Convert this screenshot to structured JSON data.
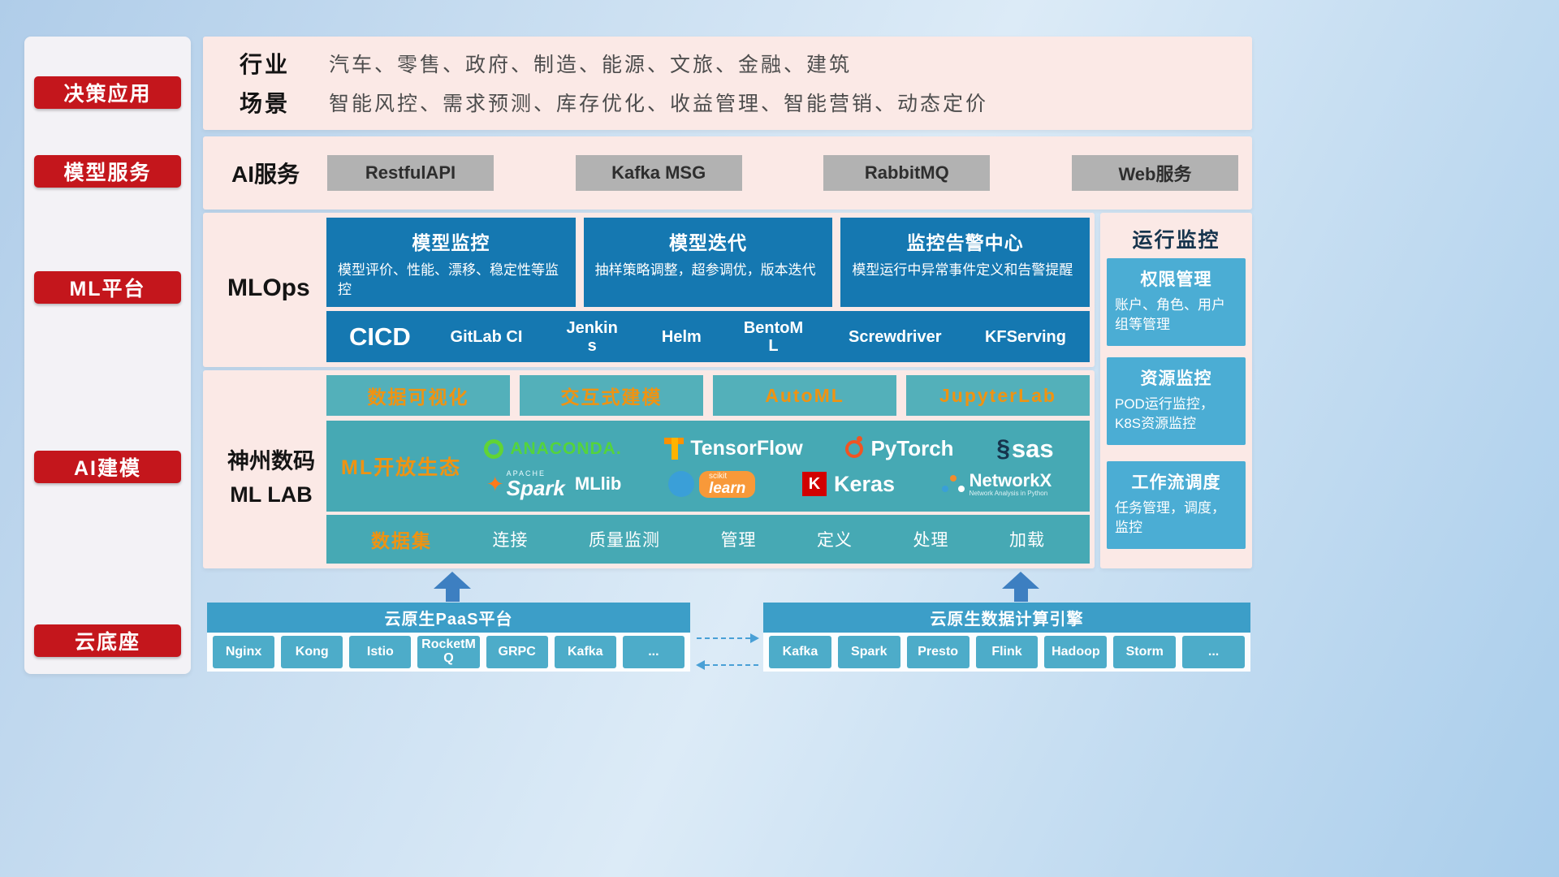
{
  "colors": {
    "accent_red": "#c4161c",
    "panel_pink": "#fbe9e6",
    "mlops_blue": "#1578b1",
    "teal": "#46a9b4",
    "monitor_card_blue": "#4badd4",
    "header_blue": "#3c9ec8",
    "tool_teal": "#4dacc9",
    "orange_text": "#ef9312",
    "gray_button": "#b2b2b2",
    "arrow_blue": "#3d7fc1"
  },
  "sidebar": {
    "items": [
      {
        "label": "决策应用"
      },
      {
        "label": "模型服务"
      },
      {
        "label": "ML平台"
      },
      {
        "label": "AI建模"
      },
      {
        "label": "云底座"
      }
    ]
  },
  "industry": {
    "row1_label": "行业",
    "row1_text": "汽车、零售、政府、制造、能源、文旅、金融、建筑",
    "row2_label": "场景",
    "row2_text": "智能风控、需求预测、库存优化、收益管理、智能营销、动态定价"
  },
  "ai_service": {
    "label": "AI服务",
    "buttons": [
      "RestfulAPI",
      "Kafka MSG",
      "RabbitMQ",
      "Web服务"
    ]
  },
  "mlops": {
    "label": "MLOps",
    "cards": [
      {
        "title": "模型监控",
        "body": "模型评价、性能、漂移、稳定性等监控"
      },
      {
        "title": "模型迭代",
        "body": "抽样策略调整，超参调优，版本迭代"
      },
      {
        "title": "监控告警中心",
        "body": "模型运行中异常事件定义和告警提醒"
      }
    ],
    "cicd_label": "CICD",
    "cicd_tools": [
      "GitLab CI",
      "Jenkins",
      "Helm",
      "BentoML",
      "Screwdriver",
      "KFServing"
    ]
  },
  "monitoring": {
    "title": "运行监控",
    "cards": [
      {
        "title": "权限管理",
        "body": "账户、角色、用户组等管理"
      },
      {
        "title": "资源监控",
        "body": "POD运行监控，K8S资源监控"
      },
      {
        "title": "工作流调度",
        "body": "任务管理，调度，监控"
      }
    ]
  },
  "mllab": {
    "label_line1": "神州数码",
    "label_line2": "ML LAB",
    "feature_buttons": [
      "数据可视化",
      "交互式建模",
      "AutoML",
      "JupyterLab"
    ],
    "eco_label": "ML开放生态",
    "logos": {
      "anaconda": "ANACONDA.",
      "tensorflow": "TensorFlow",
      "pytorch": "PyTorch",
      "sas": "sas",
      "apache": "APACHE",
      "spark": "Spark",
      "mllib": "MLlib",
      "scikit": "scikit",
      "learn": "learn",
      "keras_k": "K",
      "keras": "Keras",
      "networkx": "NetworkX",
      "networkx_sub": "Network Analysis in Python"
    },
    "dataset": {
      "label": "数据集",
      "items": [
        "连接",
        "质量监测",
        "管理",
        "定义",
        "处理",
        "加载"
      ]
    }
  },
  "cloud": {
    "paas": {
      "title": "云原生PaaS平台",
      "tools": [
        "Nginx",
        "Kong",
        "Istio",
        "RocketMQ",
        "GRPC",
        "Kafka",
        "..."
      ]
    },
    "engine": {
      "title": "云原生数据计算引擎",
      "tools": [
        "Kafka",
        "Spark",
        "Presto",
        "Flink",
        "Hadoop",
        "Storm",
        "..."
      ]
    }
  }
}
